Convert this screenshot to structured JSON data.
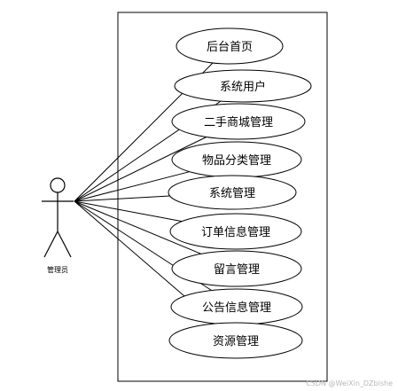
{
  "actor": {
    "label": "管理员",
    "icon": "stick-figure-icon"
  },
  "use_cases": [
    {
      "label": "后台首页"
    },
    {
      "label": "系统用户"
    },
    {
      "label": "二手商城管理"
    },
    {
      "label": "物品分类管理"
    },
    {
      "label": "系统管理"
    },
    {
      "label": "订单信息管理"
    },
    {
      "label": "留言管理"
    },
    {
      "label": "公告信息管理"
    },
    {
      "label": "资源管理"
    }
  ],
  "watermark": "CSDN @WeiXin_DZbishe",
  "colors": {
    "stroke": "#000000",
    "background": "#ffffff",
    "watermark": "#b8b8b8"
  }
}
